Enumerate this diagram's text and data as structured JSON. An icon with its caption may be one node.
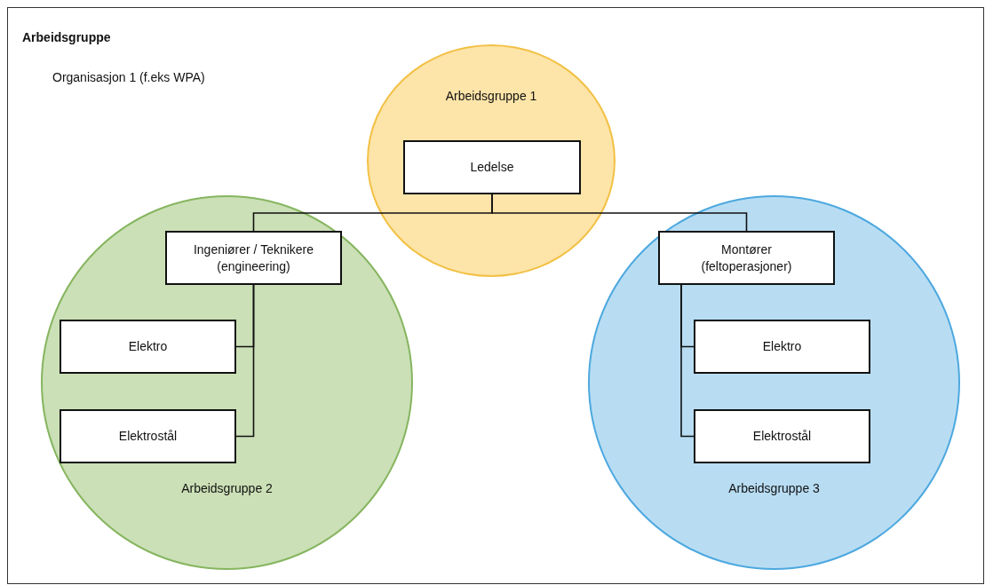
{
  "diagram": {
    "nodes": [
      {
        "text": [
          "Arbeidsgruppe",
          "Organisasjon 1 (f.eks WPA)"
        ]
      },
      {
        "text": [
          "Arbeidsgruppe 1"
        ],
        "in": 0
      },
      {
        "text": [
          "Ledelse"
        ],
        "in": 1
      },
      {
        "text": [
          "Arbeidsgruppe 2"
        ],
        "in": 0
      },
      {
        "text": [
          "Ingeniører / Teknikere (engineering)"
        ],
        "in": 3
      },
      {
        "text": [
          "Elektro"
        ],
        "in": 3
      },
      {
        "text": [
          "Elektrostål"
        ],
        "in": 3
      },
      {
        "text": [
          "Arbeidsgruppe 3"
        ],
        "in": 0
      },
      {
        "text": [
          "Montører (feltoperasjoner)"
        ],
        "in": 7
      },
      {
        "text": [
          "Elektro"
        ],
        "in": 7
      },
      {
        "text": [
          "Elektrostål"
        ],
        "in": 7
      }
    ],
    "edges": [
      {
        "from": 2,
        "to": 4,
        "arrow": "none"
      },
      {
        "from": 2,
        "to": 8,
        "arrow": "none"
      },
      {
        "from": 4,
        "to": 5,
        "arrow": "none"
      },
      {
        "from": 4,
        "to": 6,
        "arrow": "none"
      },
      {
        "from": 8,
        "to": 9,
        "arrow": "none"
      },
      {
        "from": 8,
        "to": 10,
        "arrow": "none"
      }
    ]
  }
}
